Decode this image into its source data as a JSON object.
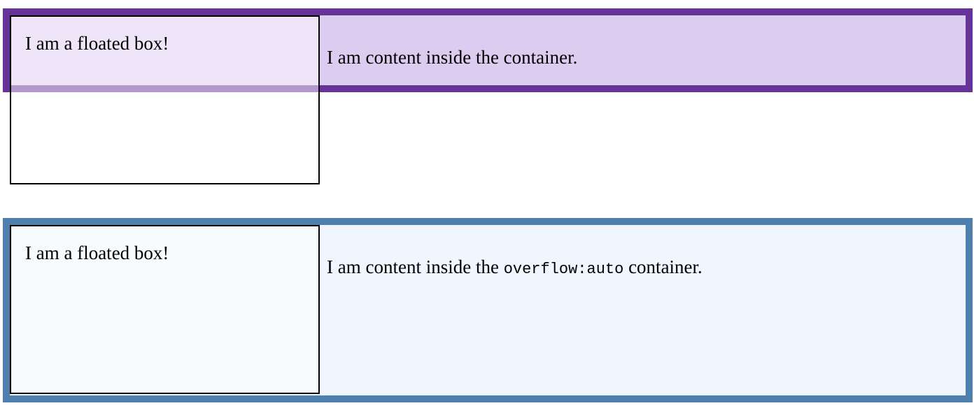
{
  "example1": {
    "float_text": "I am a floated box!",
    "container_text": "I am content inside the container.",
    "border_color": "#663399",
    "background_color": "#dccdf0"
  },
  "example2": {
    "float_text": "I am a floated box!",
    "container_text_before": "I am content inside the ",
    "container_code": "overflow:auto",
    "container_text_after": " container.",
    "border_color": "#4f7fad",
    "background_color": "#f0f6fd"
  }
}
